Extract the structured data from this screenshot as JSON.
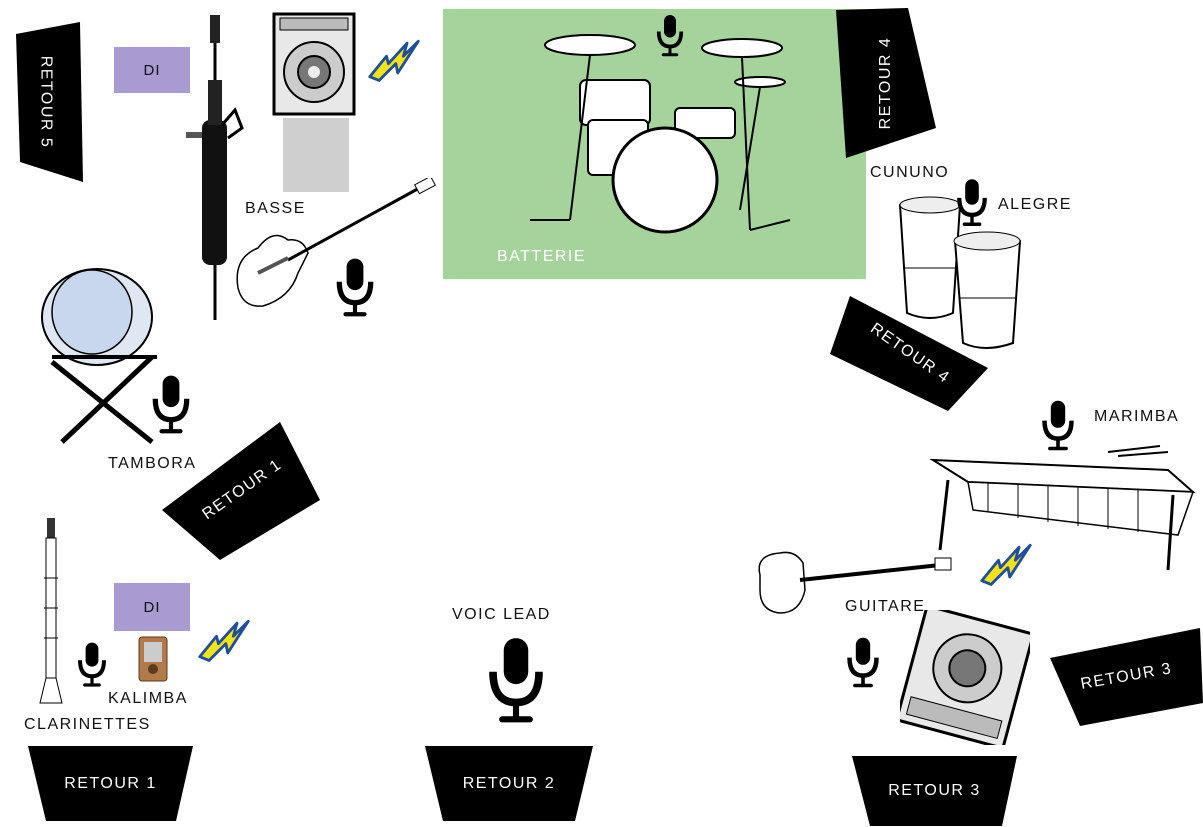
{
  "labels": {
    "basse": "BASSE",
    "batterie": "BATTERIE",
    "cununo": "CUNUNO",
    "alegre": "ALEGRE",
    "tambora": "TAMBORA",
    "marimba": "MARIMBA",
    "guitare": "GUITARE",
    "voice_lead": "VOIC LEAD",
    "kalimba": "KALIMBA",
    "clarinettes": "CLARINETTES"
  },
  "di_boxes": [
    "DI",
    "DI"
  ],
  "monitors": {
    "retour5": "RETOUR 5",
    "retour4_top": "RETOUR 4",
    "retour4_right": "RETOUR 4",
    "retour1_left": "RETOUR 1",
    "retour3_right": "RETOUR 3",
    "retour1_bottom": "RETOUR 1",
    "retour2": "RETOUR 2",
    "retour3_bottom": "RETOUR 3"
  },
  "colors": {
    "drum_zone": "#a6d39c",
    "di_box": "#a99ad2",
    "monitor": "#000000",
    "power_bolt": "#f2e21a",
    "power_outline": "#1f4e9c"
  }
}
